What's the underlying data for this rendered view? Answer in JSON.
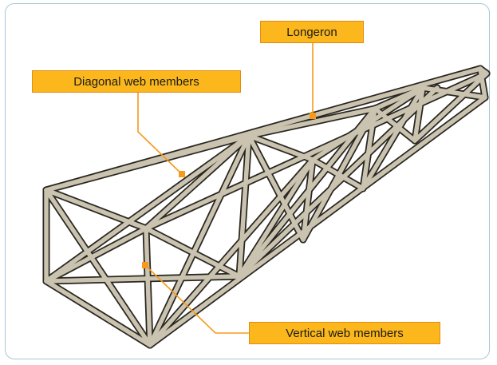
{
  "labels": {
    "longeron": "Longeron",
    "diagonal": "Diagonal web members",
    "vertical": "Vertical web members"
  },
  "colors": {
    "callout_fill": "#fbb71b",
    "callout_border": "#e58a14",
    "leader_line": "#f59a1b",
    "truss_fill": "#c9c3b0",
    "truss_outline": "#2a2620",
    "frame_border": "#a9c7d6"
  }
}
